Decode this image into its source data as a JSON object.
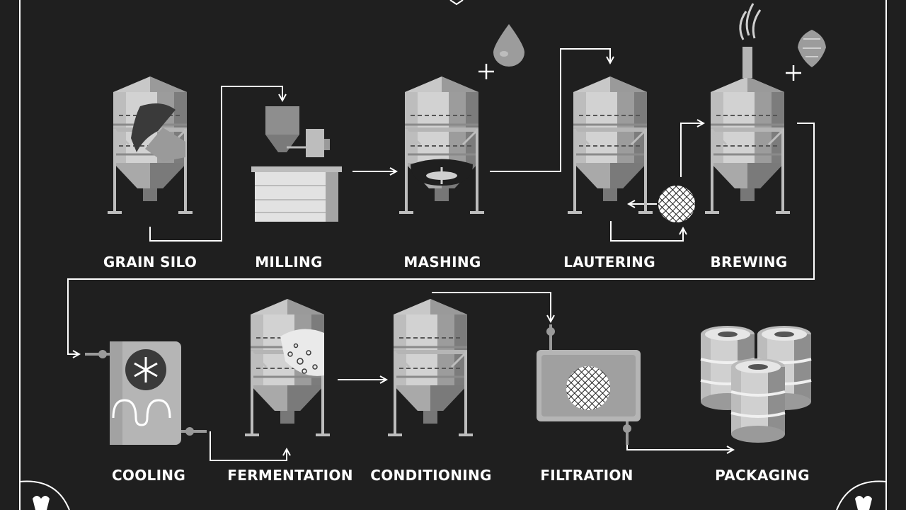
{
  "stages": [
    {
      "label": "GRAIN SILO"
    },
    {
      "label": "MILLING"
    },
    {
      "label": "MASHING"
    },
    {
      "label": "LAUTERING"
    },
    {
      "label": "BREWING"
    },
    {
      "label": "COOLING"
    },
    {
      "label": "FERMENTATION"
    },
    {
      "label": "CONDITIONING"
    },
    {
      "label": "FILTRATION"
    },
    {
      "label": "PACKAGING"
    }
  ],
  "additions": {
    "mashing": {
      "symbol": "+",
      "icon": "water-drop-icon"
    },
    "brewing": {
      "symbol": "+",
      "icon": "hop-cone-icon"
    }
  },
  "colors": {
    "background": "#1f1f1f",
    "line": "#ffffff",
    "metal_light": "#d6d6d6",
    "metal_mid": "#a8a8a8",
    "metal_dark": "#6e6e6e"
  }
}
